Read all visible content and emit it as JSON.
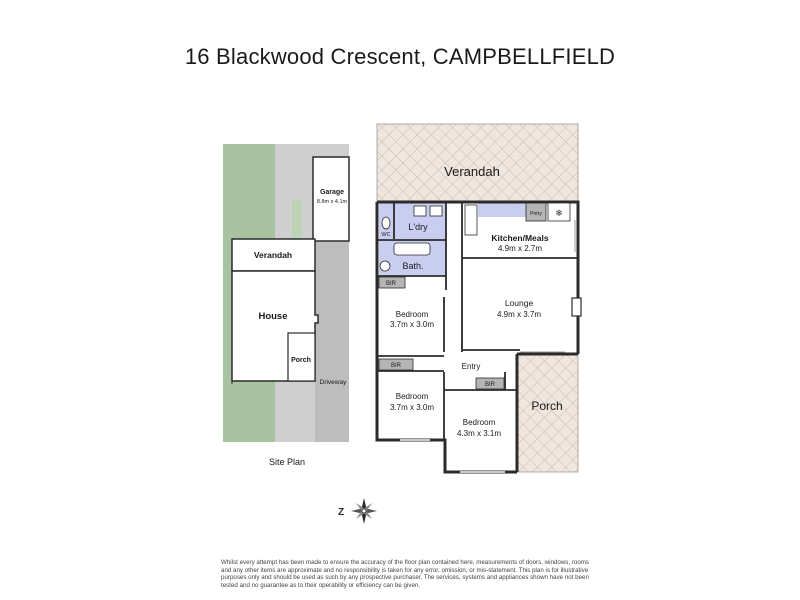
{
  "header": {
    "title": "16 Blackwood Crescent, CAMPBELLFIELD"
  },
  "site_plan": {
    "caption": "Site Plan",
    "garage_label": "Garage",
    "garage_size": "8.8m x 4.1m",
    "verandah_label": "Verandah",
    "house_label": "House",
    "porch_label": "Porch",
    "driveway_label": "Driveway"
  },
  "floor_plan": {
    "rooms": {
      "verandah": {
        "label": "Verandah"
      },
      "laundry": {
        "label": "L'dry"
      },
      "wc": {
        "label": "WC"
      },
      "bath": {
        "label": "Bath."
      },
      "pantry": {
        "label": "Pntry"
      },
      "kitchen": {
        "label": "Kitchen/Meals",
        "size": "4.9m x 2.7m"
      },
      "lounge": {
        "label": "Lounge",
        "size": "4.9m x 3.7m"
      },
      "bedroom1": {
        "label": "Bedroom",
        "size": "3.7m x 3.0m"
      },
      "bedroom2": {
        "label": "Bedroom",
        "size": "3.7m x 3.0m"
      },
      "bedroom3": {
        "label": "Bedroom",
        "size": "4.3m x 3.1m"
      },
      "bir1": {
        "label": "BIR"
      },
      "bir2": {
        "label": "BIR"
      },
      "bir3": {
        "label": "BIR"
      },
      "entry": {
        "label": "Entry"
      },
      "porch": {
        "label": "Porch"
      }
    }
  },
  "footer": {
    "disclaimer": "Whilst every attempt has been made to ensure the accuracy of the floor plan contained here, measurements of doors, windows, rooms and any other items are approximate and no responsibility is taken for any error, omission, or mis-statement. This plan is for illustrative purposes only and should be used as such by any prospective purchaser. The services, systems and appliances shown have not been tested and no guarantee as to their operability or efficiency can be given."
  },
  "colors": {
    "wall": "#2b2b2b",
    "wet_area": "#c9cdf0",
    "outdoor_hatch": "#d8c9bc",
    "grass": "#a9c3a2",
    "concrete": "#cccccc",
    "bir": "#b5b5b5"
  },
  "icons": [
    "north-compass-icon"
  ]
}
